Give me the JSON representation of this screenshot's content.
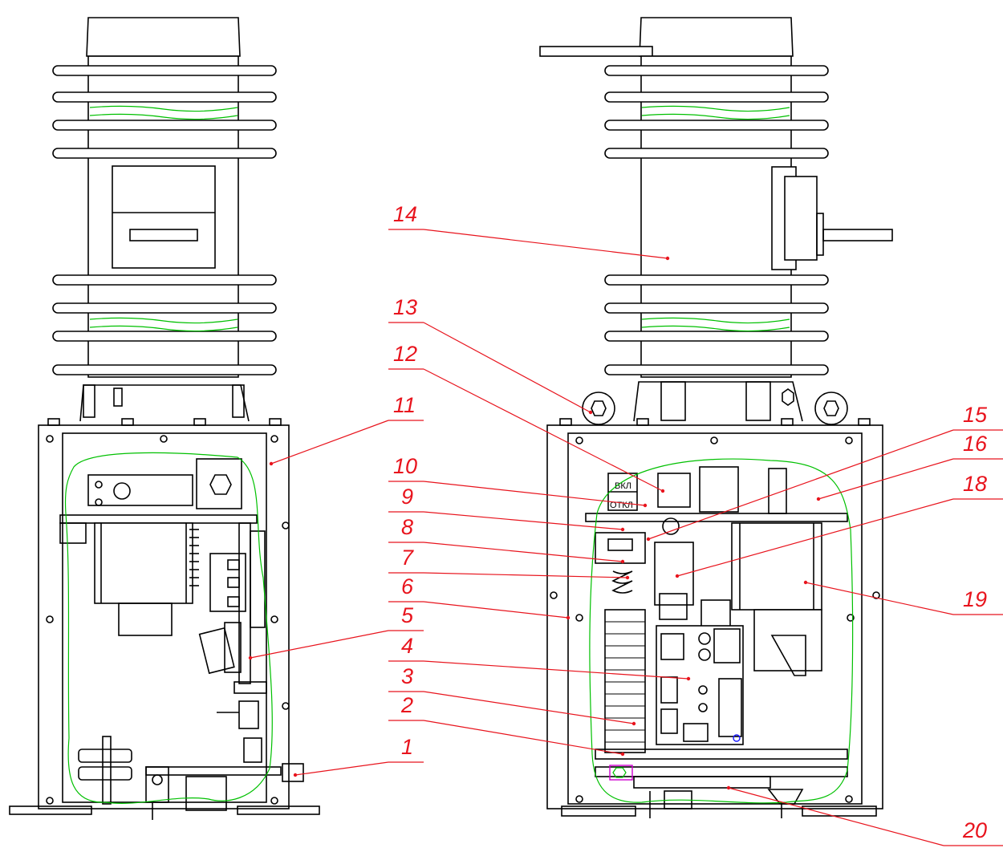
{
  "callouts": [
    {
      "id": "1",
      "text": "1"
    },
    {
      "id": "2",
      "text": "2"
    },
    {
      "id": "3",
      "text": "3"
    },
    {
      "id": "4",
      "text": "4"
    },
    {
      "id": "5",
      "text": "5"
    },
    {
      "id": "6",
      "text": "6"
    },
    {
      "id": "7",
      "text": "7"
    },
    {
      "id": "8",
      "text": "8"
    },
    {
      "id": "9",
      "text": "9"
    },
    {
      "id": "10",
      "text": "10"
    },
    {
      "id": "11",
      "text": "11"
    },
    {
      "id": "12",
      "text": "12"
    },
    {
      "id": "13",
      "text": "13"
    },
    {
      "id": "14",
      "text": "14"
    },
    {
      "id": "15",
      "text": "15"
    },
    {
      "id": "16",
      "text": "16"
    },
    {
      "id": "18",
      "text": "18"
    },
    {
      "id": "19",
      "text": "19"
    },
    {
      "id": "20",
      "text": "20"
    }
  ],
  "button_labels": {
    "on": "ВКЛ",
    "off": "ОТКЛ"
  },
  "colors": {
    "outline": "#000000",
    "callout": "#e8141d",
    "cutaway": "#00c000",
    "accent": "#d000d0",
    "marker": "#1a1aff"
  }
}
